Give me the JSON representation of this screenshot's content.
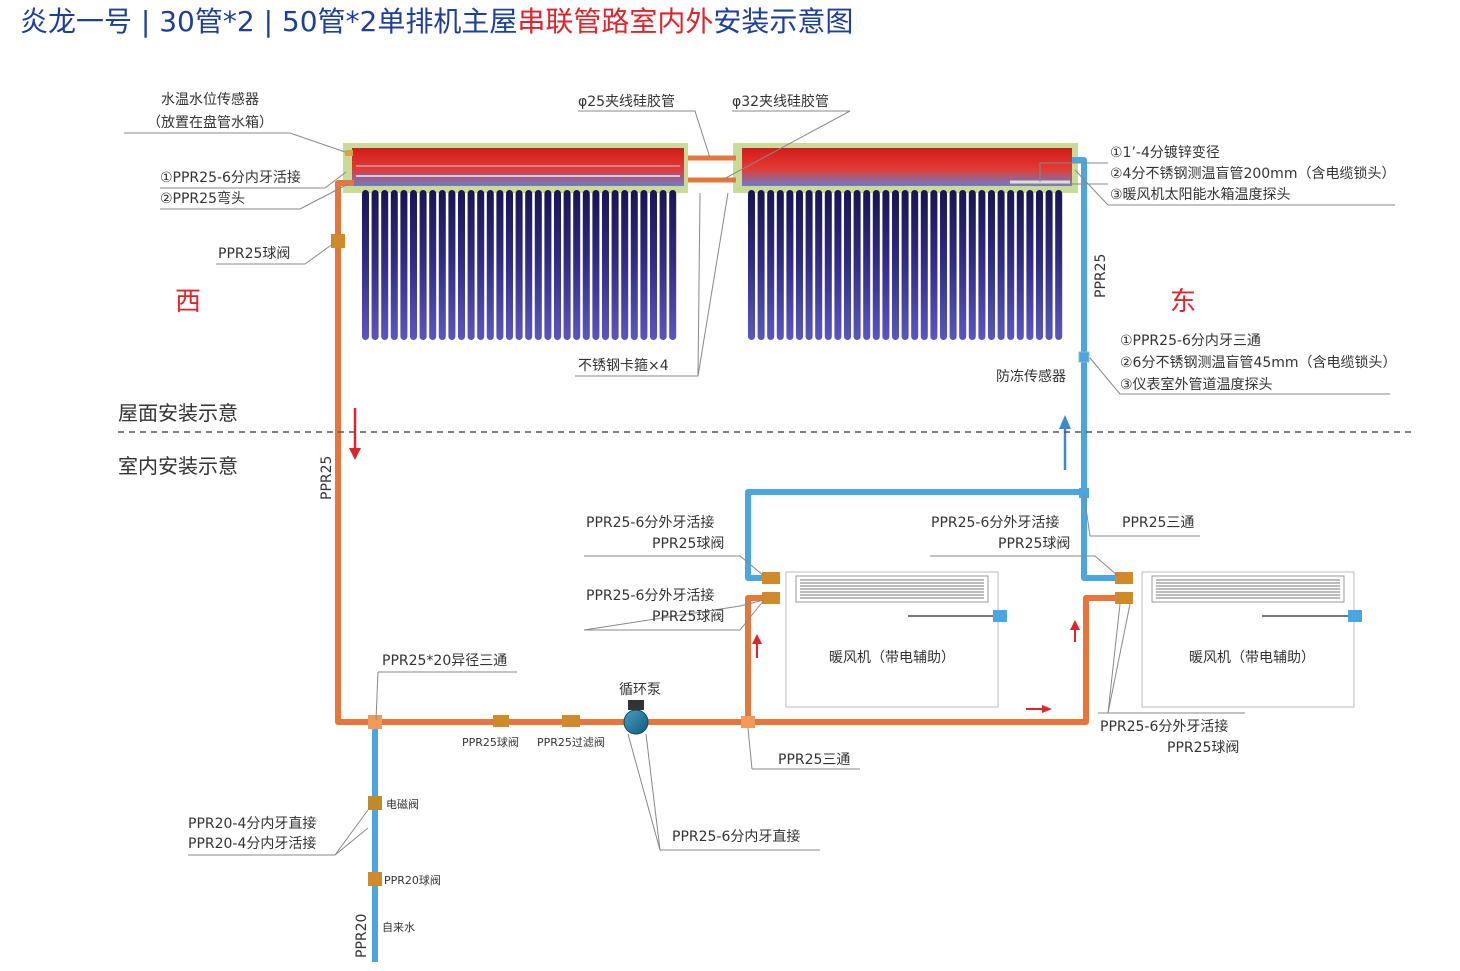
{
  "title": {
    "part1": "炎龙一号 | 30管*2 | 50管*2单排机主屋",
    "part2": "串联管路室内外",
    "part3": "安装示意图"
  },
  "labels": {
    "sensor_line1": "水温水位传感器",
    "sensor_line2": "（放置在盘管水箱）",
    "ppr25_fitting1": "①PPR25-6分内牙活接",
    "ppr25_elbow2": "②PPR25弯头",
    "ppr25_ballvalve_roof": "PPR25球阀",
    "hose25": "φ25夹线硅胶管",
    "hose32": "φ32夹线硅胶管",
    "east_reducer": "①1’-4分镀锌变径",
    "east_blind_pipe": "②4分不锈钢测温盲管200mm（含电缆锁头）",
    "east_probe": "③暖风机太阳能水箱温度探头",
    "west": "西",
    "east": "东",
    "ppr25_vertical_east": "PPR25",
    "ppr25_vertical_west": "PPR25",
    "clamps": "不锈钢卡箍×4",
    "antifreeze_sensor": "防冻传感器",
    "af_tee": "①PPR25-6分内牙三通",
    "af_blind_pipe": "②6分不锈钢测温盲管45mm（含电缆锁头）",
    "af_probe": "③仪表室外管道温度探头",
    "roof_section": "屋面安装示意",
    "indoor_section": "室内安装示意",
    "heater1_union_top": "PPR25-6分外牙活接",
    "heater1_valve_top": "PPR25球阀",
    "heater1_union_bottom": "PPR25-6分外牙活接",
    "heater1_valve_bottom": "PPR25球阀",
    "heater2_union_top": "PPR25-6分外牙活接",
    "heater2_valve_top": "PPR25球阀",
    "ppr25_tee_top": "PPR25三通",
    "heater_name": "暖风机（带电辅助）",
    "reducing_tee": "PPR25*20异径三通",
    "pump": "循环泵",
    "ppr25_ballvalve_bottom": "PPR25球阀",
    "ppr25_filter": "PPR25过滤阀",
    "ppr25_tee_bottom": "PPR25三通",
    "heater2_union_bottom": "PPR25-6分外牙活接",
    "heater2_valve_bottom": "PPR25球阀",
    "pump_connector": "PPR25-6分内牙直接",
    "solenoid_valve": "电磁阀",
    "ppr20_direct": "PPR20-4分内牙直接",
    "ppr20_union": "PPR20-4分内牙活接",
    "ppr20_ballvalve": "PPR20球阀",
    "tap_water": "自来水",
    "ppr20_vertical": "PPR20"
  },
  "colors": {
    "title_blue": "#1d3f9a",
    "title_red": "#e0242b",
    "hot_pipe": "#e8763a",
    "cold_pipe": "#4aa6e0",
    "tank_red": "#e0242b",
    "tube_dark": "#27206b",
    "tube_light": "#6a66c8",
    "frame": "#c8dc9a"
  }
}
